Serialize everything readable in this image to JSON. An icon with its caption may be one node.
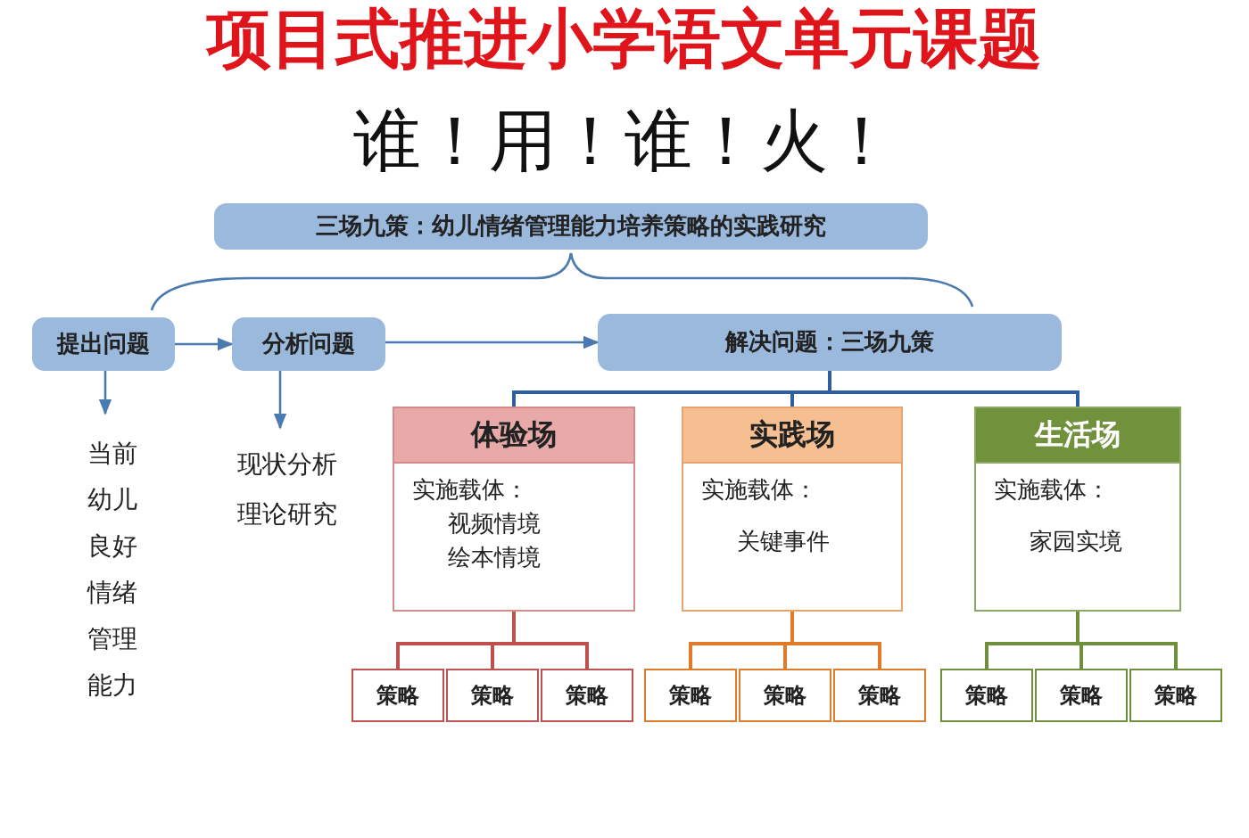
{
  "diagram": {
    "title": "项目式推进小学语文单元课题",
    "nodes": [
      {
        "text": [
          "三场九策：幼儿情绪管理能力培养策略的实践研究"
        ]
      },
      {
        "text": [
          "提出问题"
        ]
      },
      {
        "text": [
          "分析问题"
        ]
      },
      {
        "text": [
          "解决问题：三场九策"
        ]
      },
      {
        "text": [
          "当前幼儿良好情绪管理能力"
        ]
      },
      {
        "text": [
          "现状分析",
          "理论研究"
        ]
      },
      {
        "text": [
          "体验场",
          "实施载体：",
          "视频情境",
          "绘本情境"
        ]
      },
      {
        "text": [
          "实践场",
          "实施载体：",
          "关键事件"
        ]
      },
      {
        "text": [
          "生活场",
          "实施载体：",
          "家园实境"
        ]
      },
      {
        "text": [
          "策略"
        ]
      },
      {
        "text": [
          "策略"
        ]
      },
      {
        "text": [
          "策略"
        ]
      },
      {
        "text": [
          "策略"
        ]
      },
      {
        "text": [
          "策略"
        ]
      },
      {
        "text": [
          "策略"
        ]
      },
      {
        "text": [
          "策略"
        ]
      },
      {
        "text": [
          "策略"
        ]
      },
      {
        "text": [
          "策略"
        ]
      }
    ],
    "edges": [
      {
        "from": 1,
        "to": 2,
        "arrow": "to"
      },
      {
        "from": 2,
        "to": 3,
        "arrow": "to"
      },
      {
        "from": 1,
        "to": 4,
        "arrow": "to"
      },
      {
        "from": 2,
        "to": 5,
        "arrow": "to"
      },
      {
        "from": 3,
        "to": 6,
        "arrow": "none",
        "color": "#2e5f9e"
      },
      {
        "from": 3,
        "to": 7,
        "arrow": "none",
        "color": "#2e5f9e"
      },
      {
        "from": 3,
        "to": 8,
        "arrow": "none",
        "color": "#2e5f9e"
      },
      {
        "from": 6,
        "to": 9,
        "arrow": "none",
        "color": "#c0504d"
      },
      {
        "from": 6,
        "to": 10,
        "arrow": "none",
        "color": "#c0504d"
      },
      {
        "from": 6,
        "to": 11,
        "arrow": "none",
        "color": "#c0504d"
      },
      {
        "from": 7,
        "to": 12,
        "arrow": "none",
        "color": "#e07b2a"
      },
      {
        "from": 7,
        "to": 13,
        "arrow": "none",
        "color": "#e07b2a"
      },
      {
        "from": 7,
        "to": 14,
        "arrow": "none",
        "color": "#e07b2a"
      },
      {
        "from": 8,
        "to": 15,
        "arrow": "none",
        "color": "#6f8f3a"
      },
      {
        "from": 8,
        "to": 16,
        "arrow": "none",
        "color": "#6f8f3a"
      },
      {
        "from": 8,
        "to": 17,
        "arrow": "none",
        "color": "#6f8f3a"
      }
    ],
    "labels": [
      "谁！用！谁！火！"
    ]
  }
}
